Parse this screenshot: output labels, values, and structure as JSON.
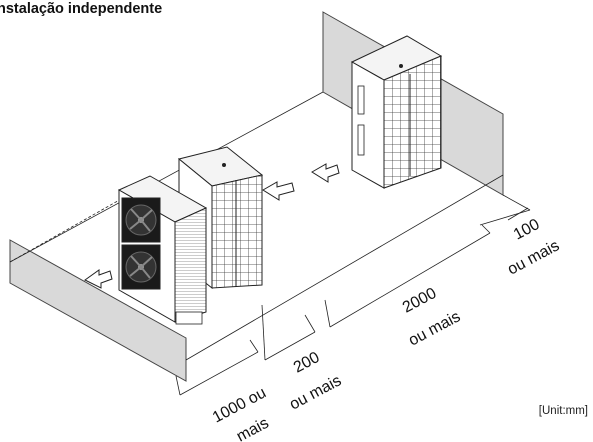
{
  "title": "nstalação independente",
  "unit_label": "[Unit:mm]",
  "dimensions": [
    {
      "value": "100",
      "suffix": "ou mais"
    },
    {
      "value": "2000",
      "suffix": "ou mais"
    },
    {
      "value": "200",
      "suffix": "ou mais"
    },
    {
      "value": "1000 ou",
      "suffix": "mais"
    }
  ]
}
